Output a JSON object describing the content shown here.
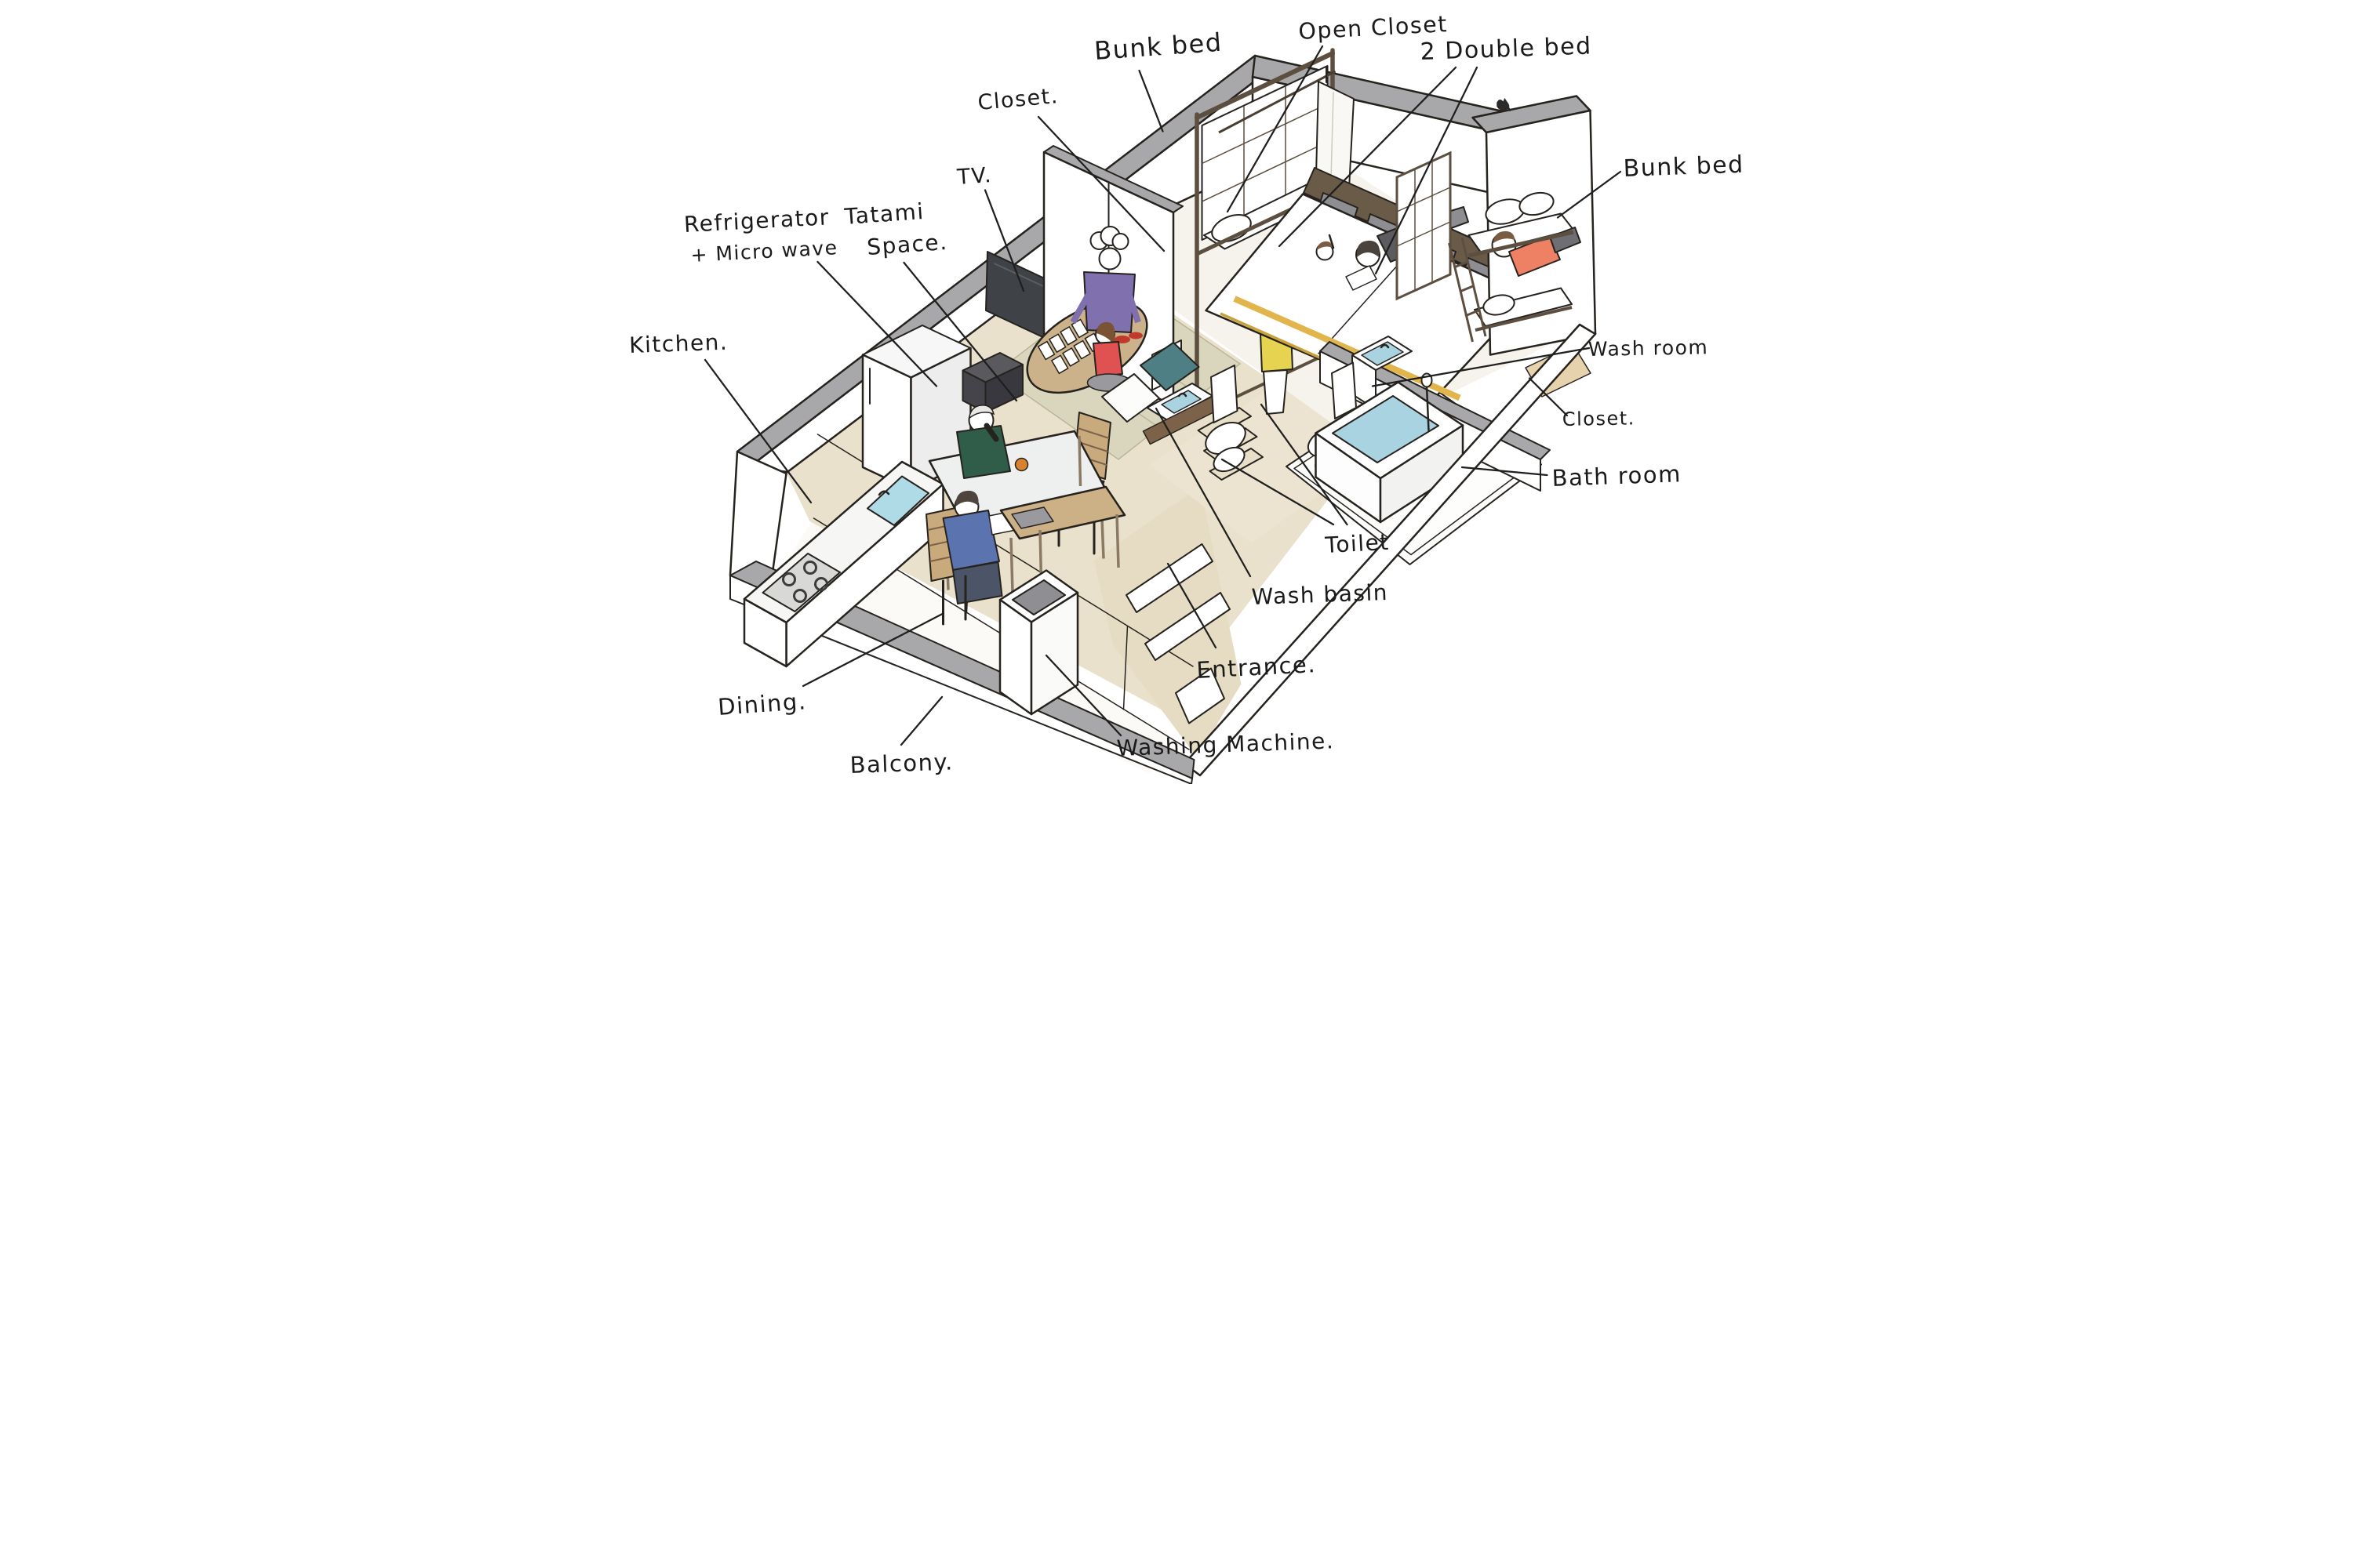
{
  "illustration": {
    "kind": "hand-drawn isometric apartment floor plan",
    "background": "#ffffff",
    "outline_color": "#26221e",
    "wall_top_color": "#a8a8ab",
    "floor_color": "#eae1cc",
    "tatami_color": "#d9d6bd",
    "water_color": "#a9d3e0",
    "wood_color": "#6a5a48",
    "accent_yellow": "#e2b54c"
  },
  "labels": {
    "bunk_bed_top": "Bunk bed",
    "open_closet": "Open Closet",
    "double_bed": "2 Double bed",
    "closet_top": "Closet.",
    "tv": "TV.",
    "refrigerator_line1": "Refrigerator",
    "refrigerator_line2": "+ Micro wave",
    "tatami_line1": "Tatami",
    "tatami_line2": "Space.",
    "kitchen": "Kitchen.",
    "bunk_bed_right": "Bunk bed",
    "wash_room": "Wash room",
    "closet_right": "Closet.",
    "bath_room": "Bath room",
    "toilet": "Toilet",
    "wash_basin": "Wash basin",
    "entrance": "Entrance.",
    "dining": "Dining.",
    "balcony": "Balcony.",
    "washing_machine": "Washing Machine."
  }
}
